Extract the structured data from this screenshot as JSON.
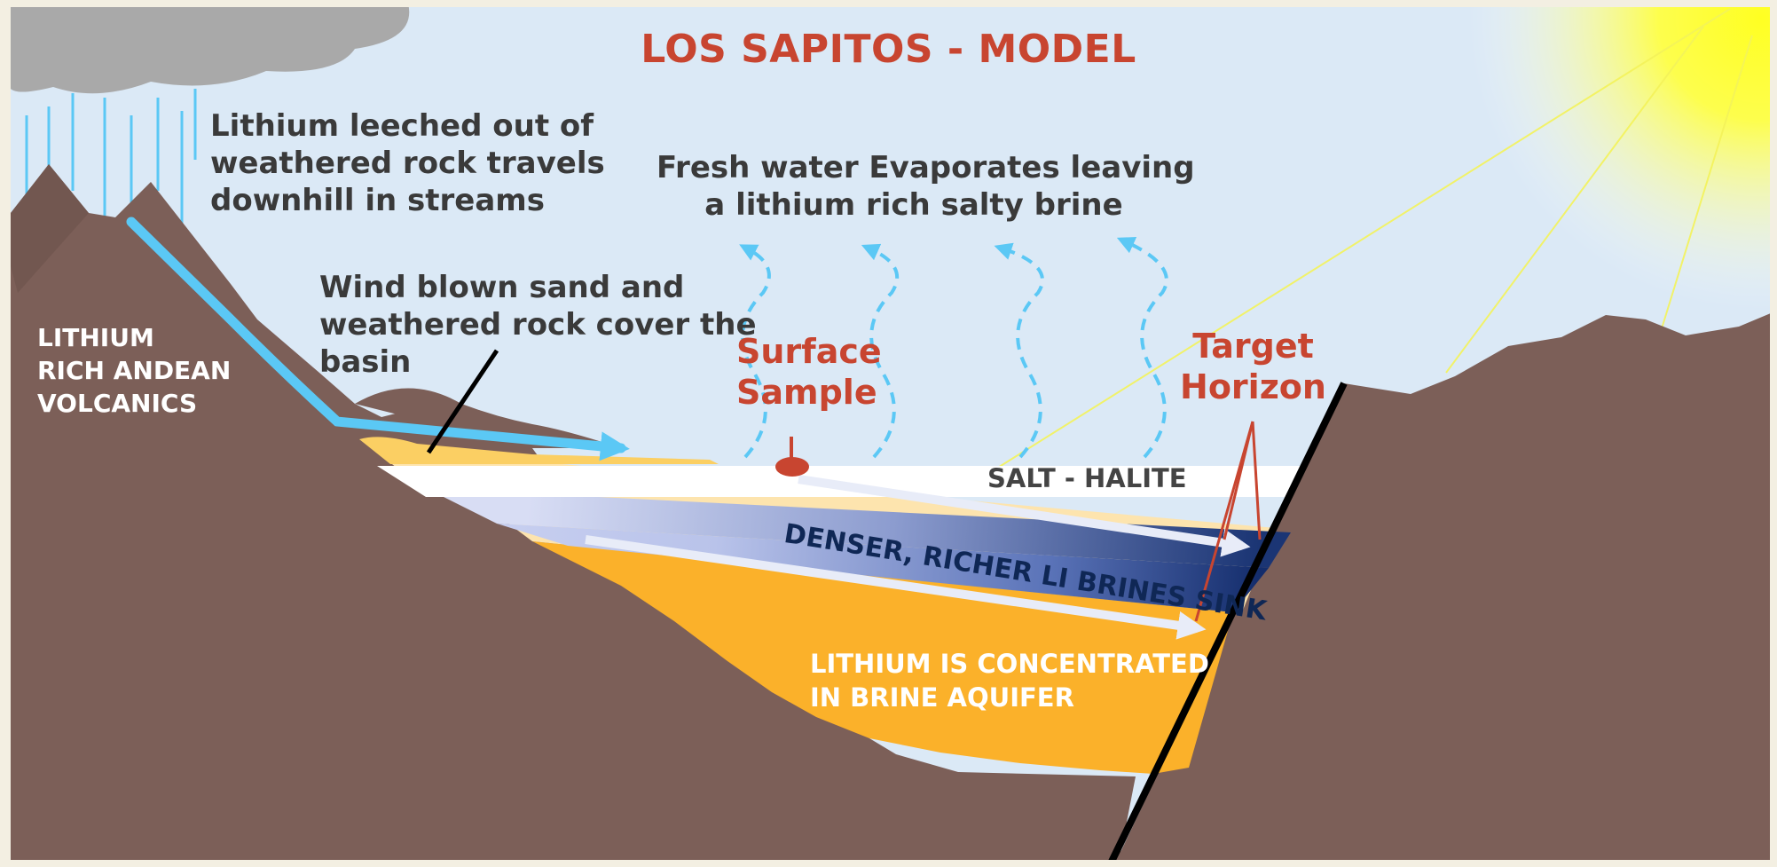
{
  "title": "LOS SAPITOS - MODEL",
  "labels": {
    "andean_volcanics": [
      "LITHIUM",
      "RICH ANDEAN",
      "VOLCANICS"
    ],
    "leeched": [
      "Lithium leeched out of",
      "weathered rock travels",
      "downhill in streams"
    ],
    "wind_blown": [
      "Wind blown sand and",
      "weathered rock cover the",
      "basin"
    ],
    "evaporates": [
      "Fresh water Evaporates leaving",
      "a lithium rich salty brine"
    ],
    "surface_sample": [
      "Surface",
      "Sample"
    ],
    "target_horizon": [
      "Target",
      "Horizon"
    ],
    "salt_layer": "SALT - HALITE",
    "brine_sink": "DENSER, RICHER LI BRINES SINK",
    "aquifer": [
      "LITHIUM IS CONCENTRATED",
      "IN BRINE AQUIFER"
    ]
  },
  "colors": {
    "sky": "#dbe9f6",
    "ground": "#7c5f58",
    "salt": "#ffffff",
    "sediment": "#fde4ae",
    "aquifer": "#fbb12a",
    "brine_dark": "#162e6b",
    "stream": "#5bc8f5",
    "title_red": "#c84530",
    "sun": "#ffff33",
    "cloud": "#a8a8a8"
  }
}
